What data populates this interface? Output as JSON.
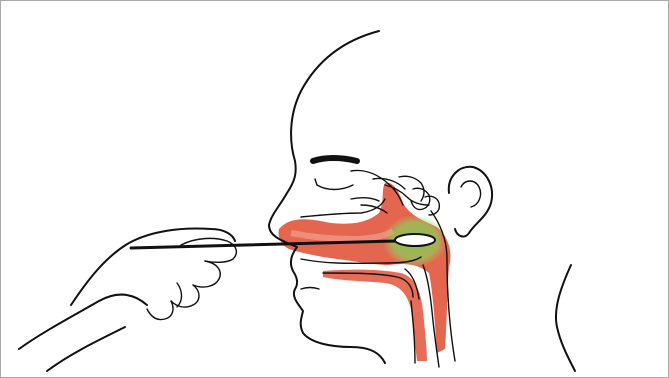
{
  "figure": {
    "subject": "nasopharyngeal-swab-sampling",
    "colors": {
      "background": "#ffffff",
      "frame": "#a9a9a9",
      "outline": "#111111",
      "mucosa": "#e2553b",
      "mucosa_light": "#f08a6f",
      "target_zone": "#7fc34a",
      "swab": "#111111",
      "swab_tip": "#ffffff"
    },
    "icons": [
      "head-outline",
      "hand",
      "swab",
      "nasal-cavity",
      "nasopharynx-target",
      "ear",
      "eye",
      "eyebrow"
    ]
  }
}
